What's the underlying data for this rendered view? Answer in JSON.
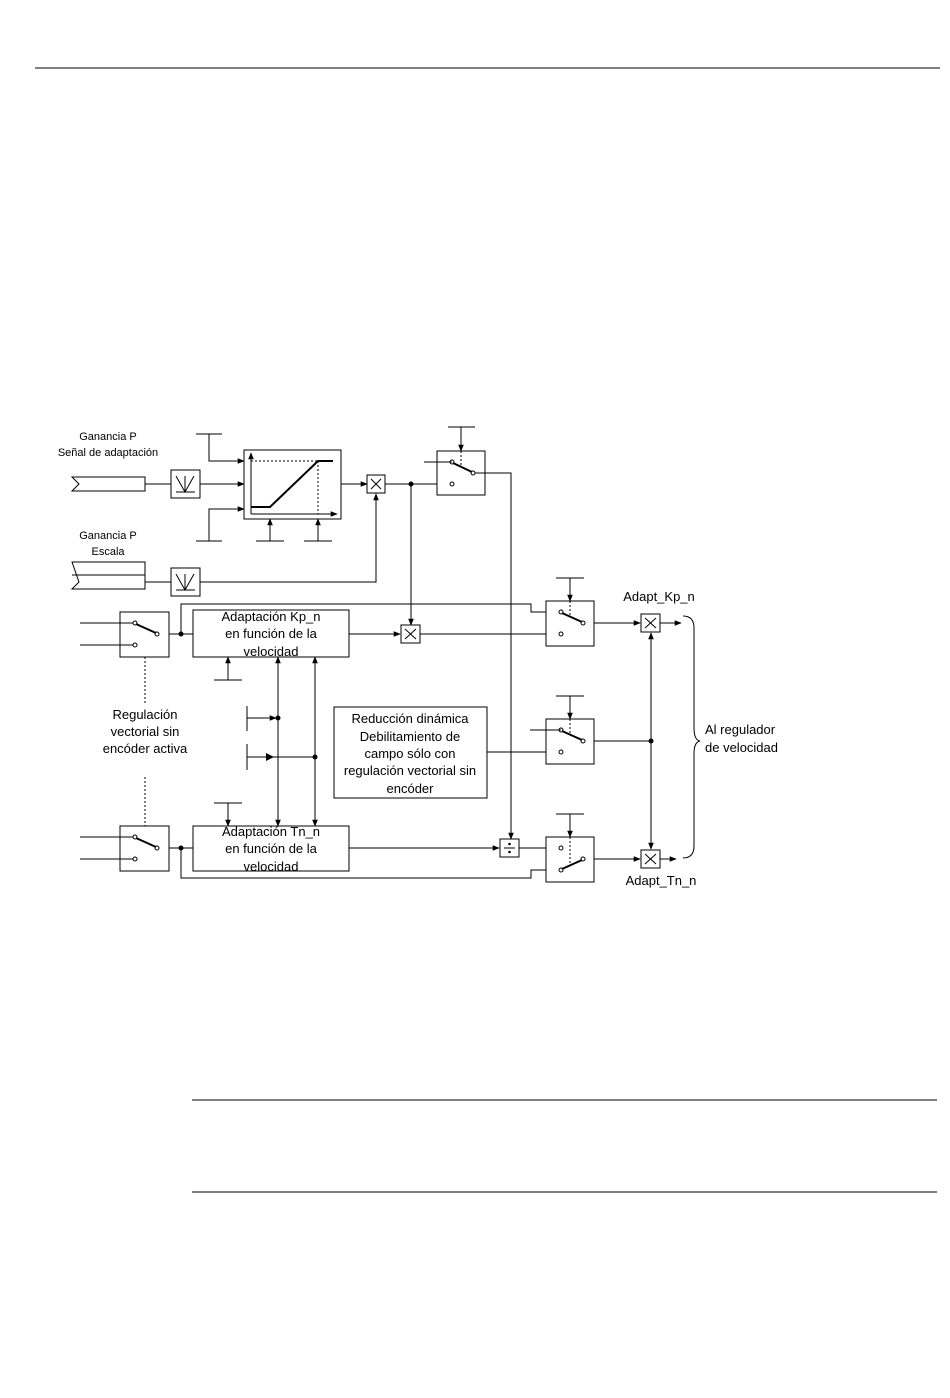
{
  "labels": {
    "gain_p_signal_line1": "Ganancia P",
    "gain_p_signal_line2": "Señal de adaptación",
    "gain_p_scale_line1": "Ganancia P",
    "gain_p_scale_line2": "Escala",
    "adapt_kp_block": [
      "Adaptación Kp_n",
      "en función de la",
      "velocidad"
    ],
    "adapt_tn_block": [
      "Adaptación Tn_n",
      "en función de la",
      "velocidad"
    ],
    "sensorless_label": [
      "Regulación",
      "vectorial sin",
      "encóder activa"
    ],
    "dynamic_block": [
      "Reducción dinámica",
      "Debilitamiento de",
      "campo sólo con",
      "regulación vectorial sin",
      "encóder"
    ],
    "adapt_kp_out": "Adapt_Kp_n",
    "adapt_tn_out": "Adapt_Tn_n",
    "speed_controller": [
      "Al regulador",
      "de velocidad"
    ]
  },
  "icons": {
    "multiply": "multiply-symbol",
    "divide": "divide-symbol",
    "filter": "lowpass-filter-symbol",
    "switch": "switch-symbol"
  }
}
